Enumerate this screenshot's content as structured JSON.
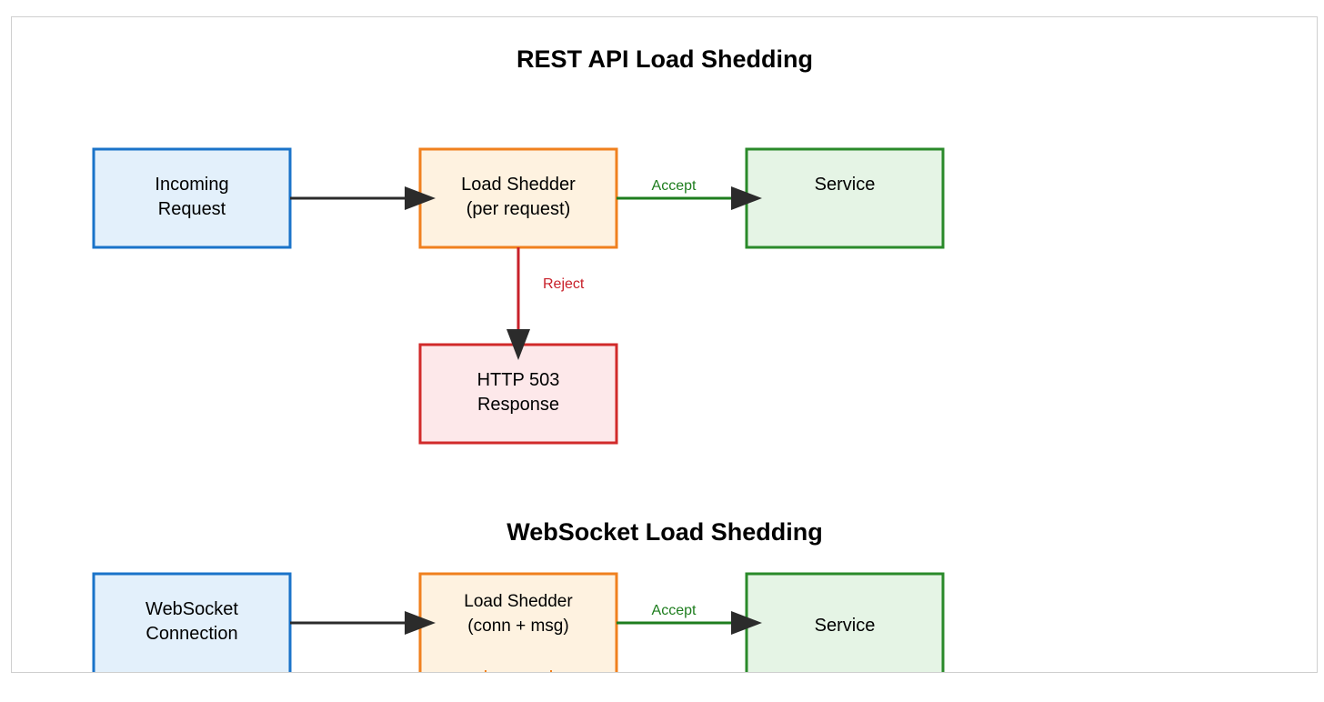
{
  "diagram": {
    "rest": {
      "title": "REST API Load Shedding",
      "incoming": {
        "line1": "Incoming",
        "line2": "Request"
      },
      "shedder": {
        "line1": "Load Shedder",
        "line2": "(per request)"
      },
      "service": {
        "line1": "Service"
      },
      "reject_box": {
        "line1": "HTTP 503",
        "line2": "Response"
      },
      "accept_label": "Accept",
      "reject_label": "Reject"
    },
    "websocket": {
      "title": "WebSocket Load Shedding",
      "incoming": {
        "line1": "WebSocket",
        "line2": "Connection"
      },
      "shedder": {
        "line1": "Load Shedder",
        "line2": "(conn + msg)"
      },
      "service": {
        "line1": "Service"
      },
      "accept_label": "Accept"
    }
  },
  "colors": {
    "client_fill": "#e3f0fb",
    "client_stroke": "#1a73c9",
    "shedder_fill": "#fef2e0",
    "shedder_stroke": "#f0801e",
    "service_fill": "#e5f4e5",
    "service_stroke": "#2a8a2a",
    "reject_fill": "#fde8ea",
    "reject_stroke": "#d12a2a",
    "arrow_dark": "#2b2b2b",
    "accept_color": "#1e7d1e",
    "reject_color": "#c8202a"
  }
}
